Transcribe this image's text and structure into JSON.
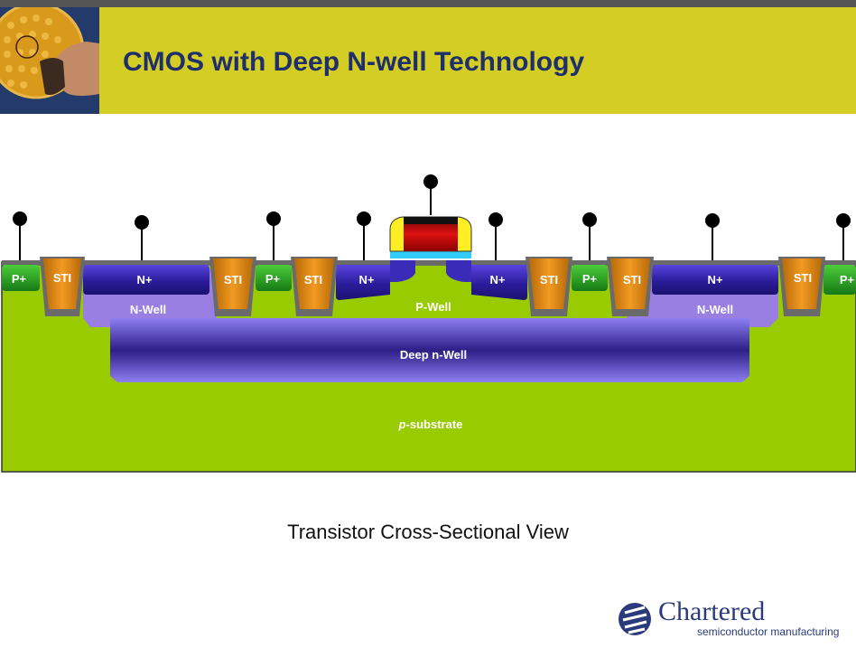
{
  "slide": {
    "title": "CMOS with Deep N-well Technology",
    "caption": "Transistor Cross-Sectional View"
  },
  "labels": {
    "p_plus": "P+",
    "n_plus": "N+",
    "sti": "STI",
    "n_well": "N-Well",
    "p_well": "P-Well",
    "deep_n_well": "Deep n-Well",
    "substrate_italic": "p",
    "substrate_rest": "-substrate"
  },
  "logo": {
    "brand": "Chartered",
    "tagline": "semiconductor manufacturing"
  },
  "colors": {
    "header": "#d4cd24",
    "title": "#1e2f6b",
    "substrate": "#99cc00",
    "n_well": "#9a7fe3",
    "deep_n_well": "#4b3fb0",
    "n_plus": "#2d1f9e",
    "p_plus": "#1f8f1f",
    "sti": "#e08a14",
    "gate": "#cc0000",
    "spacer": "#ffee22",
    "gate_oxide": "#33ccff"
  }
}
